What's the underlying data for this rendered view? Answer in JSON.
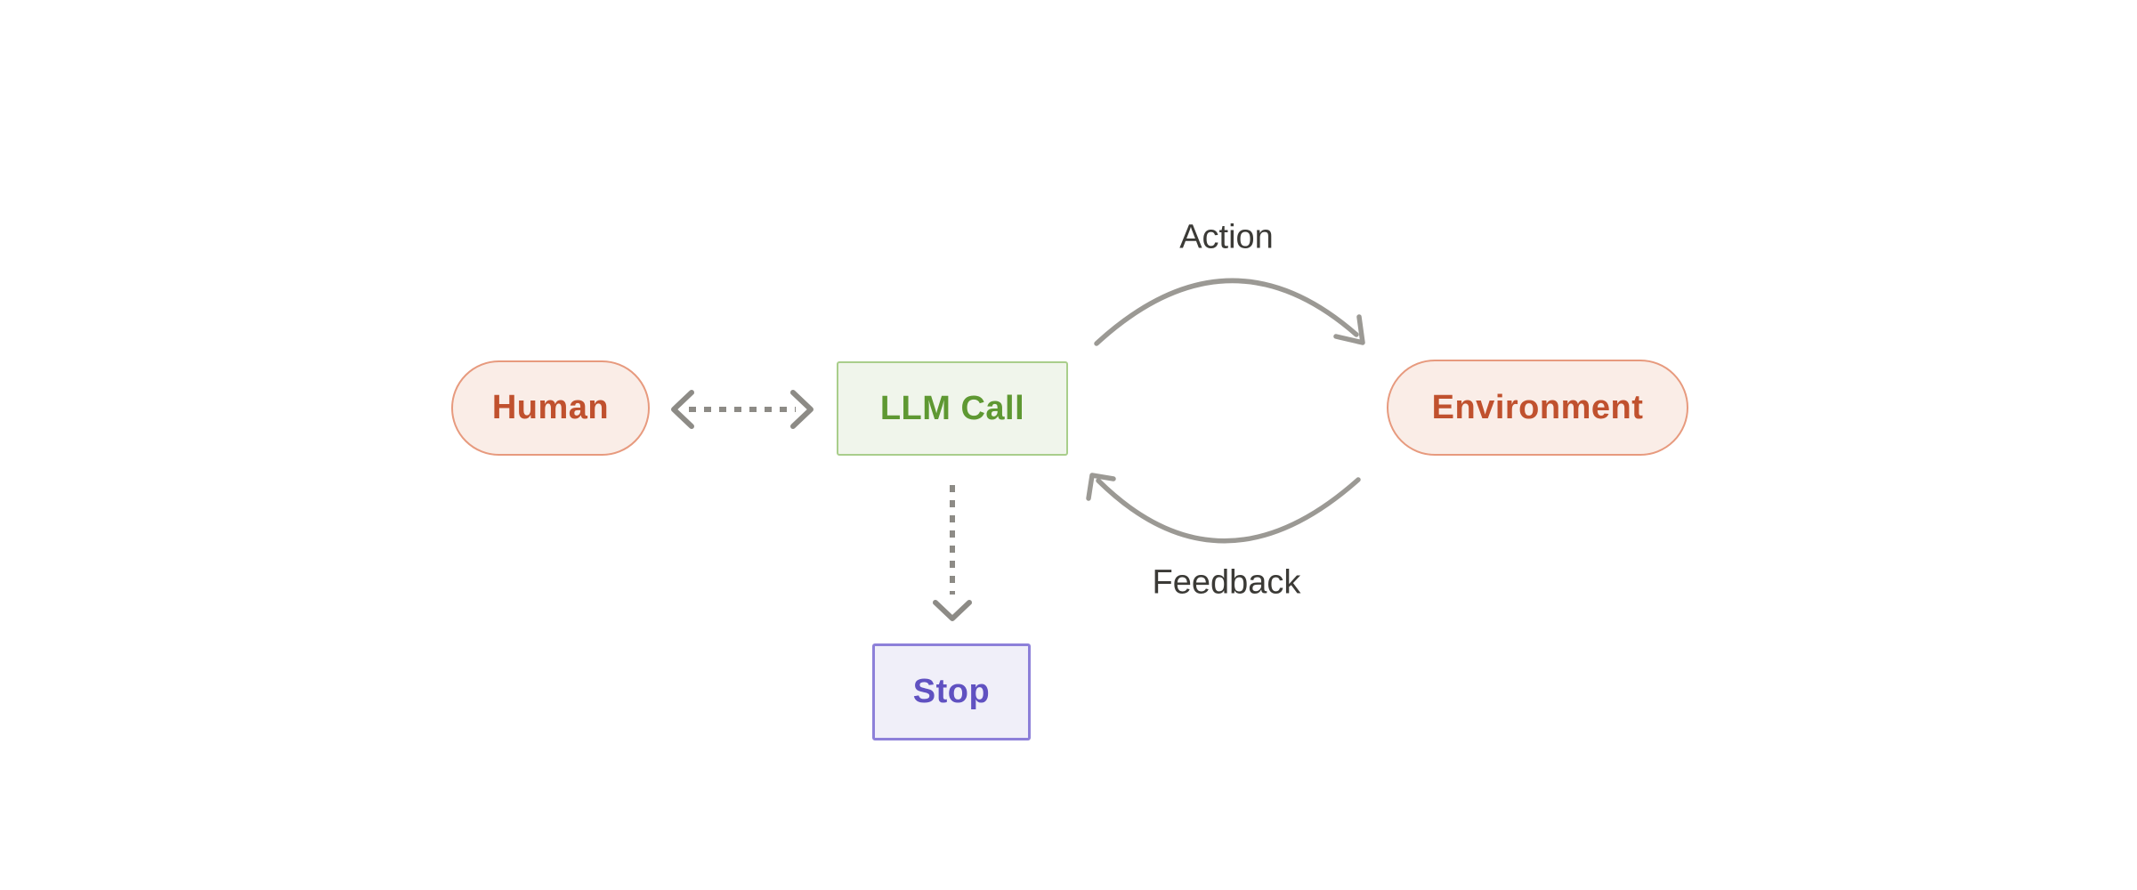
{
  "diagram": {
    "title": "agent-loop-diagram",
    "background": "#ffffff"
  },
  "nodes": [
    {
      "id": "human",
      "label": "Human",
      "shape": "pill",
      "bg": "#FAEDE7",
      "border": "#E79A7E",
      "text_color": "#C0512E"
    },
    {
      "id": "llm_call",
      "label": "LLM Call",
      "shape": "rect",
      "bg": "#F0F5EB",
      "border": "#A9CE8B",
      "text_color": "#5E9832"
    },
    {
      "id": "environment",
      "label": "Environment",
      "shape": "pill",
      "bg": "#FAEDE7",
      "border": "#E79A7E",
      "text_color": "#C0512E"
    },
    {
      "id": "stop",
      "label": "Stop",
      "shape": "rect",
      "bg": "#F0EFF9",
      "border": "#8D80D9",
      "text_color": "#6051C1"
    }
  ],
  "edges": [
    {
      "id": "human-llm",
      "type": "dashed-double-arrow",
      "from": "human",
      "to": "llm_call",
      "label": ""
    },
    {
      "id": "llm-env",
      "type": "curved-arrow",
      "from": "llm_call",
      "to": "environment",
      "label": "Action"
    },
    {
      "id": "env-llm",
      "type": "curved-arrow",
      "from": "environment",
      "to": "llm_call",
      "label": "Feedback"
    },
    {
      "id": "llm-stop",
      "type": "dashed-arrow",
      "from": "llm_call",
      "to": "stop",
      "label": ""
    }
  ],
  "colors": {
    "arrow_solid": "#9B9994",
    "arrow_dashed": "#8D8B86",
    "edge_label_text": "#3B3A36"
  }
}
